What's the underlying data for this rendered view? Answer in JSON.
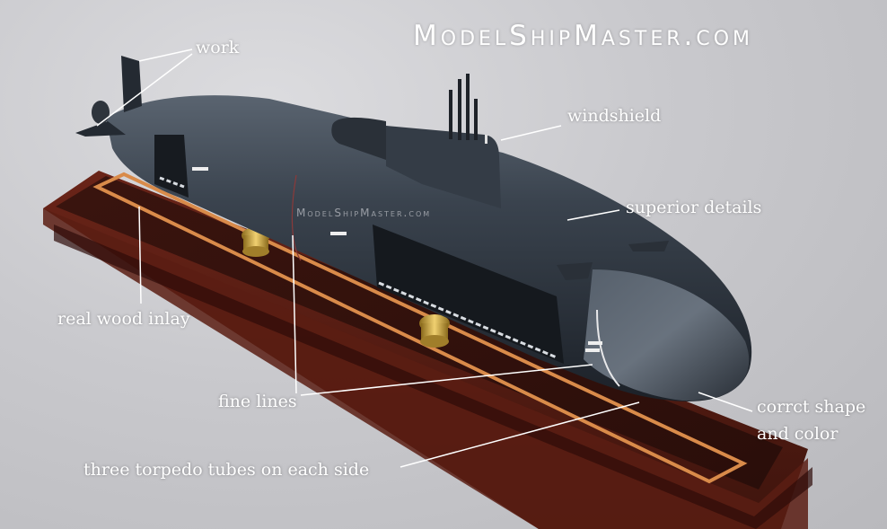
{
  "brand": {
    "title": "ModelShipMaster.com",
    "watermark": "ModelShipMaster.com"
  },
  "annotations": {
    "work": "work",
    "windshield": "windshield",
    "superior_details": "superior details",
    "real_wood_inlay": "real wood inlay",
    "fine_lines": "fine lines",
    "correct_shape_line1": "corrct shape",
    "correct_shape_line2": "and color",
    "torpedo_tubes": "three torpedo tubes on each side"
  },
  "colors": {
    "background": "#c9c9cd",
    "hull": "#2f3640",
    "wood_base": "#4a1c14",
    "inlay": "#d98b4a",
    "brass": "#c9a13a",
    "label_text": "#ffffff"
  }
}
